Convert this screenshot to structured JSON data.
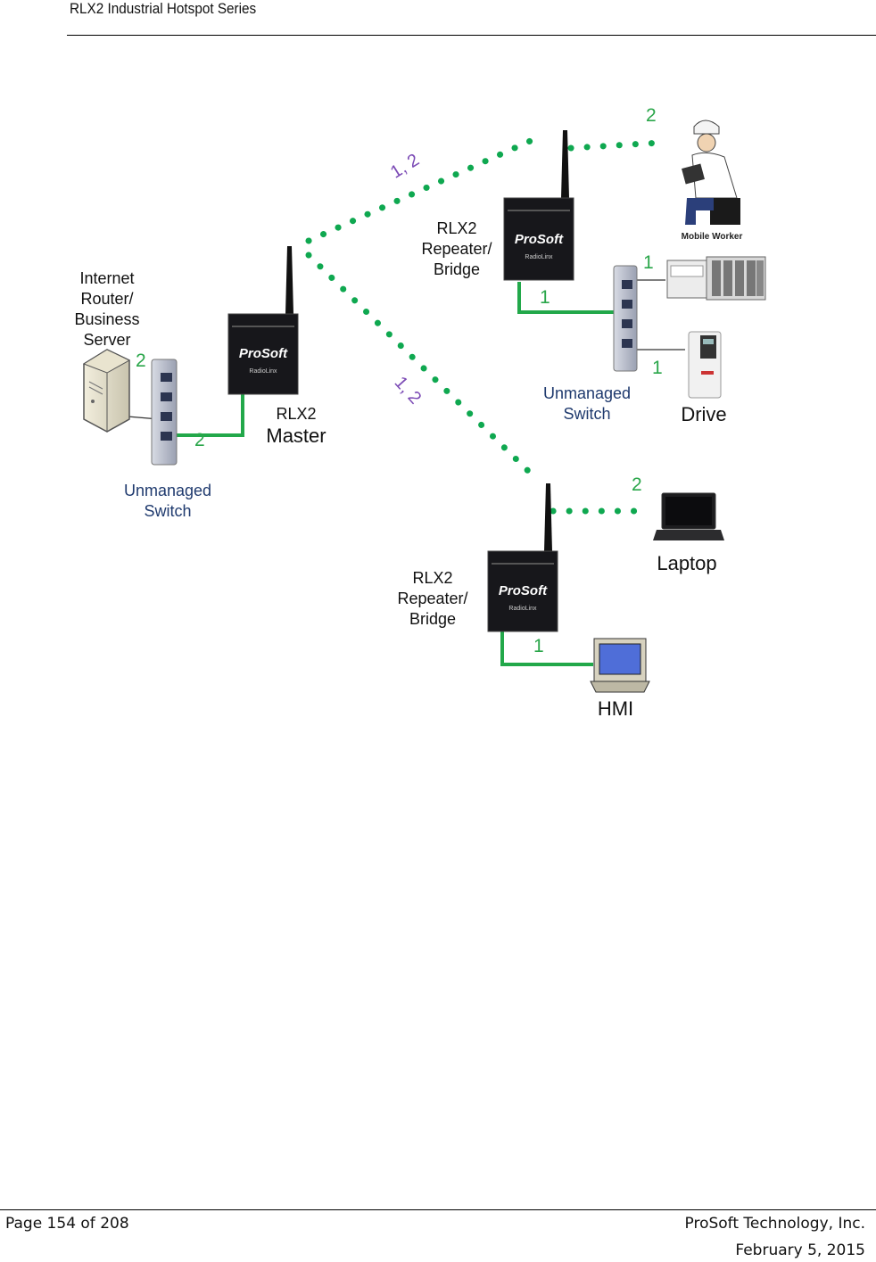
{
  "header": {
    "title": "RLX2 Industrial Hotspot Series"
  },
  "footer": {
    "page": "Page 154 of 208",
    "company": "ProSoft Technology, Inc.",
    "date": "February 5, 2015"
  },
  "diagram": {
    "server_label": "Internet Router/ Business Server",
    "server_label_lines": [
      "Internet",
      "Router/",
      "Business",
      "Server"
    ],
    "left_switch_label": [
      "Unmanaged",
      "Switch"
    ],
    "master_label": [
      "RLX2",
      "Master"
    ],
    "top_repeater_label": [
      "RLX2",
      "Repeater/",
      "Bridge"
    ],
    "bottom_repeater_label": [
      "RLX2",
      "Repeater/",
      "Bridge"
    ],
    "right_switch_label": [
      "Unmanaged",
      "Switch"
    ],
    "mobile_worker_label": "Mobile Worker",
    "drive_label": "Drive",
    "laptop_label": "Laptop",
    "hmi_label": "HMI",
    "radio_brand": "ProSoft",
    "radio_sub": "RadioLinx",
    "link_labels": {
      "server_port": "2",
      "switch_master": "2",
      "master_top": "1, 2",
      "master_bottom": "1, 2",
      "worker_link": "2",
      "plc_link": "1",
      "top_repeater_switch": "1",
      "drive_link": "1",
      "laptop_link": "2",
      "hmi_link": "1"
    },
    "colors": {
      "wired": "#22a84a",
      "wireless": "#0fa850",
      "label_blue": "#1f3a6e",
      "label_purple": "#7b4ab5"
    }
  }
}
